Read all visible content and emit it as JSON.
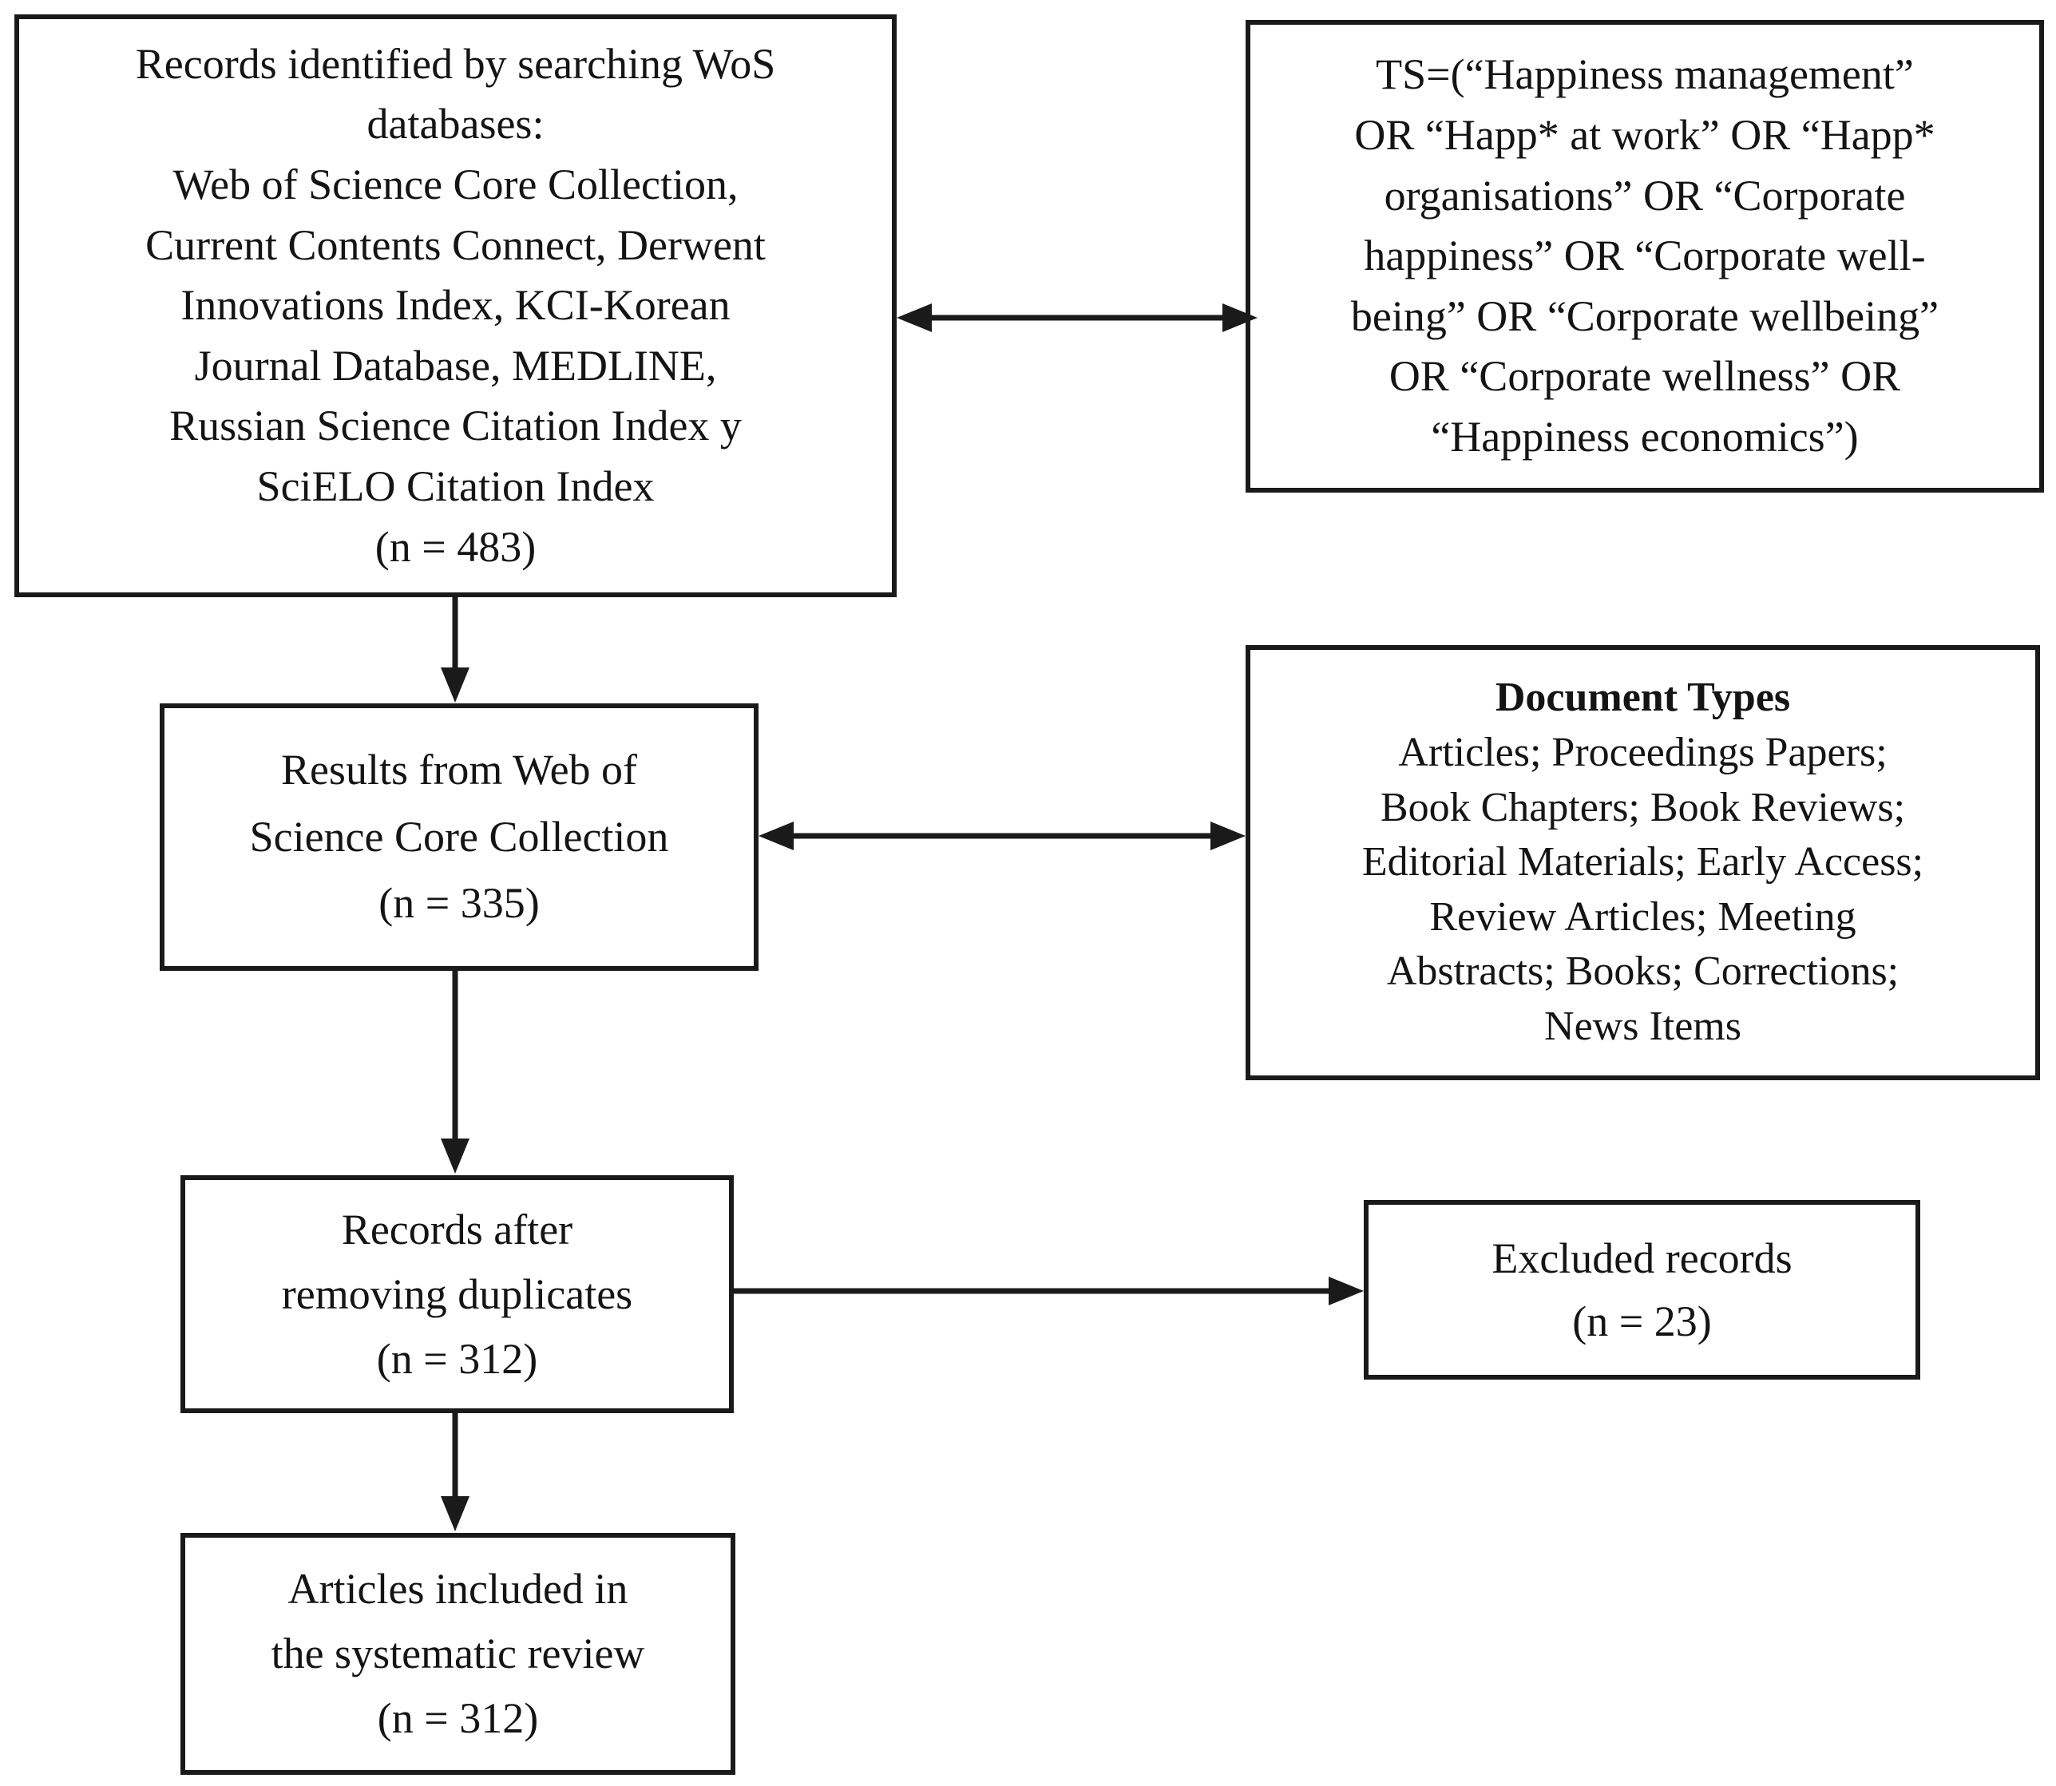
{
  "diagram": {
    "title": "PRISMA-style systematic review flow diagram",
    "colors": {
      "background": "#ffffff",
      "border": "#1a1a1a",
      "text": "#141414",
      "arrow": "#1a1a1a"
    },
    "boxes": {
      "records_identified": {
        "lines": [
          "Records identified by searching WoS",
          "databases:",
          "Web of Science Core Collection,",
          "Current Contents Connect, Derwent",
          "Innovations Index, KCI-Korean",
          "Journal Database, MEDLINE,",
          "Russian Science Citation Index y",
          "SciELO Citation Index",
          "(n = 483)"
        ]
      },
      "search_query": {
        "lines": [
          "TS=(“Happiness management”",
          "OR “Happ* at work” OR “Happ*",
          "organisations” OR “Corporate",
          "happiness” OR “Corporate well-",
          "being” OR “Corporate wellbeing”",
          "OR “Corporate wellness” OR",
          "“Happiness economics”)"
        ]
      },
      "wos_results": {
        "lines": [
          "Results from Web of",
          "Science Core Collection",
          "(n = 335)"
        ]
      },
      "document_types": {
        "title": "Document Types",
        "lines": [
          "Articles; Proceedings Papers;",
          "Book Chapters; Book Reviews;",
          "Editorial Materials; Early Access;",
          "Review Articles; Meeting",
          "Abstracts; Books; Corrections;",
          "News Items"
        ]
      },
      "records_deduplicated": {
        "lines": [
          "Records after",
          "removing duplicates",
          "(n = 312)"
        ]
      },
      "excluded_records": {
        "lines": [
          "Excluded records",
          "(n = 23)"
        ]
      },
      "articles_included": {
        "lines": [
          "Articles included in",
          "the systematic review",
          "(n = 312)"
        ]
      }
    }
  }
}
